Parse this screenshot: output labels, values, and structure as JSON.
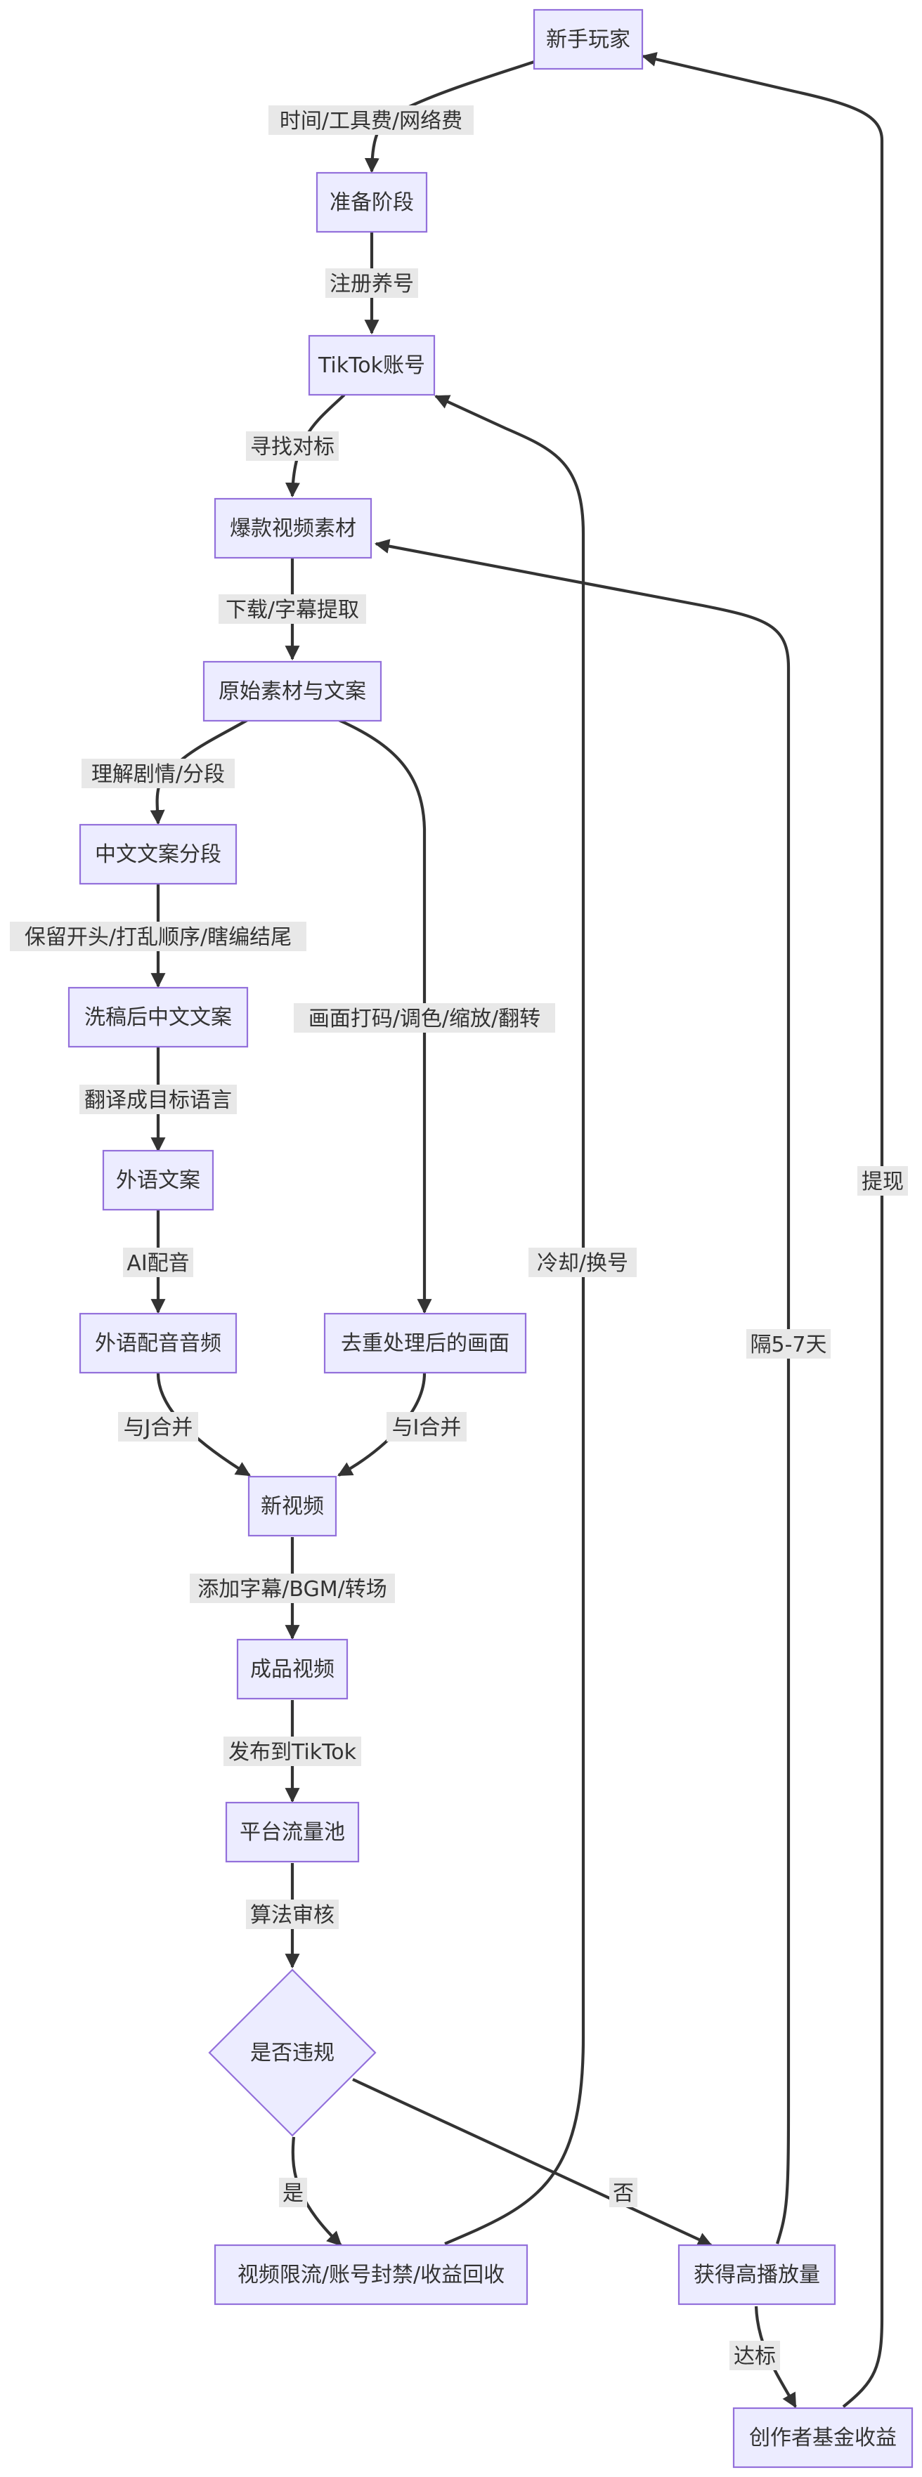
{
  "nodes": {
    "newbie": "新手玩家",
    "prep": "准备阶段",
    "account": "TikTok账号",
    "viral": "爆款视频素材",
    "raw": "原始素材与文案",
    "cn_seg": "中文文案分段",
    "cn_washed": "洗稿后中文文案",
    "foreign_text": "外语文案",
    "foreign_audio": "外语配音音频",
    "dedup_video": "去重处理后的画面",
    "new_video": "新视频",
    "final_video": "成品视频",
    "pool": "平台流量池",
    "check": "是否违规",
    "limited": "视频限流/账号封禁/收益回收",
    "high_views": "获得高播放量",
    "fund": "创作者基金收益"
  },
  "edges": {
    "newbie_prep": "时间/工具费/网络费",
    "prep_account": "注册养号",
    "account_viral": "寻找对标",
    "viral_raw": "下载/字幕提取",
    "raw_cnseg": "理解剧情/分段",
    "cnseg_washed": "保留开头/打乱顺序/瞎编结尾",
    "washed_foreign": "翻译成目标语言",
    "foreign_audio": "AI配音",
    "raw_dedup": "画面打码/调色/缩放/翻转",
    "audio_new": "与J合并",
    "dedup_new": "与I合并",
    "new_final": "添加字幕/BGM/转场",
    "final_pool": "发布到TikTok",
    "pool_check": "算法审核",
    "check_yes": "是",
    "check_no": "否",
    "limited_account": "冷却/换号",
    "high_viral": "隔5-7天",
    "high_fund": "达标",
    "fund_newbie": "提现"
  },
  "colors": {
    "node_fill": "#ececff",
    "node_stroke": "#9370db",
    "edge": "#333333",
    "label_bg": "#e8e8e8",
    "text": "#333333"
  }
}
